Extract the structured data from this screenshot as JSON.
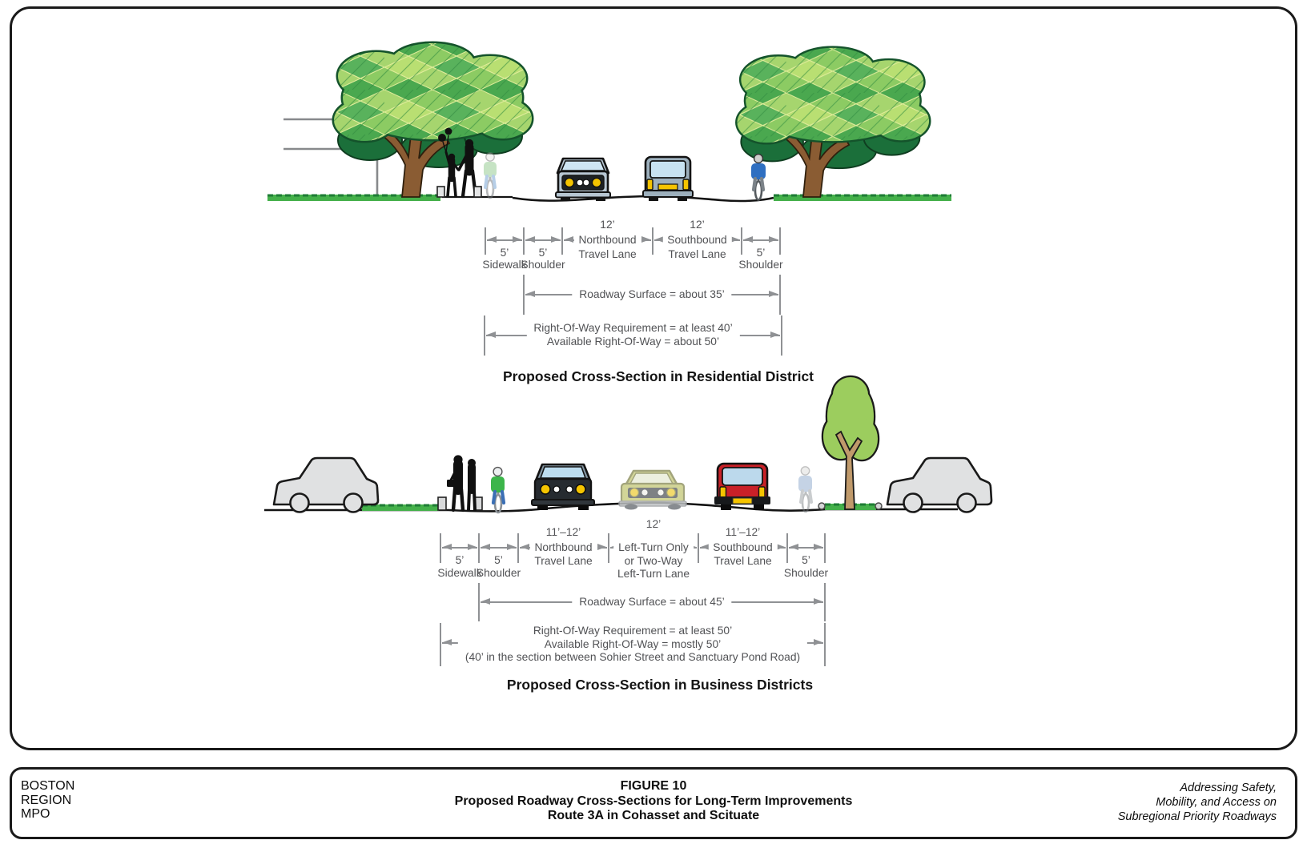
{
  "figure": {
    "residential": {
      "title": "Proposed Cross-Section in Residential District",
      "segments": [
        {
          "size": "5’",
          "label": "Sidewalk"
        },
        {
          "size": "5’",
          "label": "Shoulder"
        },
        {
          "size": "12’",
          "mid": "Northbound",
          "sub": [
            "Travel Lane"
          ]
        },
        {
          "size": "12’",
          "mid": "Southbound",
          "sub": [
            "Travel Lane"
          ]
        },
        {
          "size": "5’",
          "label": "Shoulder"
        }
      ],
      "roadway_surface": "Roadway Surface = about 35’",
      "row_line1": "Right-Of-Way Requirement = at least 40’",
      "row_line2": "Available Right-Of-Way = about 50’"
    },
    "business": {
      "title": "Proposed Cross-Section in Business Districts",
      "segments": [
        {
          "size": "5’",
          "label": "Sidewalk"
        },
        {
          "size": "5’",
          "label": "Shoulder"
        },
        {
          "size": "11’–12’",
          "mid": "Northbound",
          "sub": [
            "Travel Lane"
          ]
        },
        {
          "size": "12’",
          "mid": "Left-Turn Only",
          "sub": [
            "or Two-Way",
            "Left-Turn Lane"
          ]
        },
        {
          "size": "11’–12’",
          "mid": "Southbound",
          "sub": [
            "Travel Lane"
          ]
        },
        {
          "size": "5’",
          "label": "Shoulder"
        }
      ],
      "roadway_surface": "Roadway Surface = about 45’",
      "row_line1": "Right-Of-Way Requirement = at least 50’",
      "row_line2": "Available Right-Of-Way = mostly 50’",
      "row_line3": "(40’ in the section between Sohier Street and Sanctuary Pond Road)"
    }
  },
  "footer": {
    "org_line1": "BOSTON",
    "org_line2": "REGION",
    "org_line3": "MPO",
    "figure_label": "FIGURE 10",
    "title_line1": "Proposed Roadway Cross-Sections for Long-Term Improvements",
    "title_line2": "Route 3A in Cohasset and Scituate",
    "tagline_line1": "Addressing Safety,",
    "tagline_line2": "Mobility, and Access on",
    "tagline_line3": "Subregional Priority Roadways"
  },
  "colors": {
    "dimension_gray": "#8f9194",
    "text_gray": "#515255",
    "grass_green": "#44b04a",
    "highlight_yellow": "#f5c400",
    "car_red": "#c92128"
  }
}
